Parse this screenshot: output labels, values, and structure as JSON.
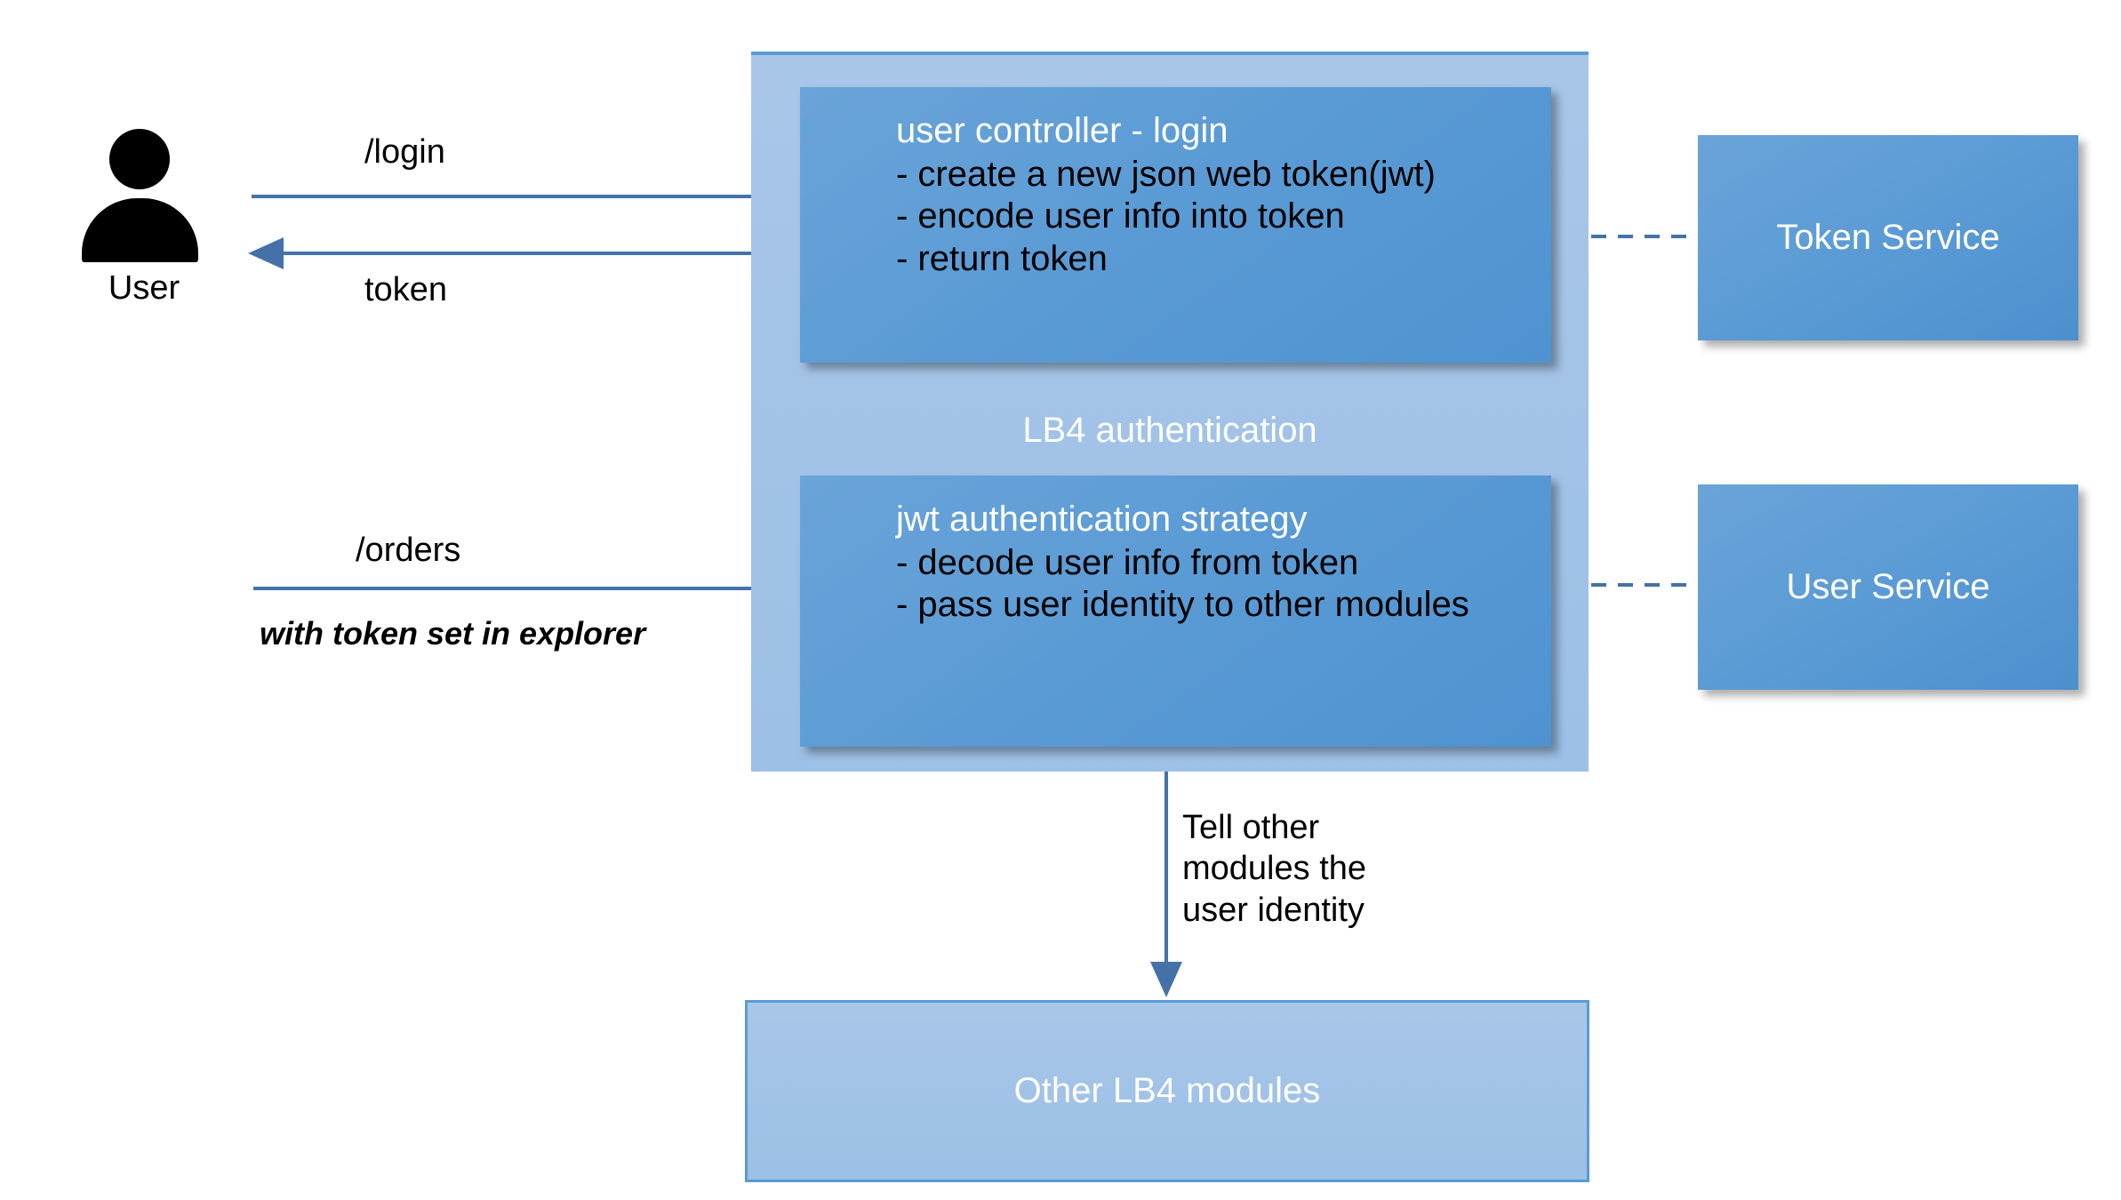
{
  "diagram": {
    "actor": {
      "icon": "person-icon",
      "label": "User"
    },
    "flows": [
      {
        "label": "/login"
      },
      {
        "label": "token"
      },
      {
        "label": "/orders"
      },
      {
        "label": "with token set in explorer"
      }
    ],
    "flow_login": "/login",
    "flow_token": "token",
    "flow_orders": "/orders",
    "flow_orders_note": "with token set in explorer",
    "container": {
      "label": "LB4 authentication",
      "modules": [
        {
          "title": "user controller - login",
          "lines": [
            "- create a new json web token(jwt)",
            "- encode user info into token",
            "- return token"
          ]
        },
        {
          "title": "jwt authentication strategy",
          "lines": [
            "- decode user info from token",
            "- pass user identity to other modules"
          ]
        }
      ]
    },
    "services": [
      {
        "label": "Token Service"
      },
      {
        "label": "User Service"
      }
    ],
    "downstream_note": {
      "line1": "Tell other",
      "line2": "modules the",
      "line3": "user identity"
    },
    "other_modules": {
      "label": "Other LB4 modules"
    },
    "colors": {
      "accent_blue": "#5b9bd5",
      "module_blue": "#5b9bd5",
      "container_light_blue": "#a8c6e8",
      "line_blue": "#4472a8",
      "text_black": "#000000",
      "text_white": "#ffffff",
      "background": "#ffffff"
    }
  }
}
